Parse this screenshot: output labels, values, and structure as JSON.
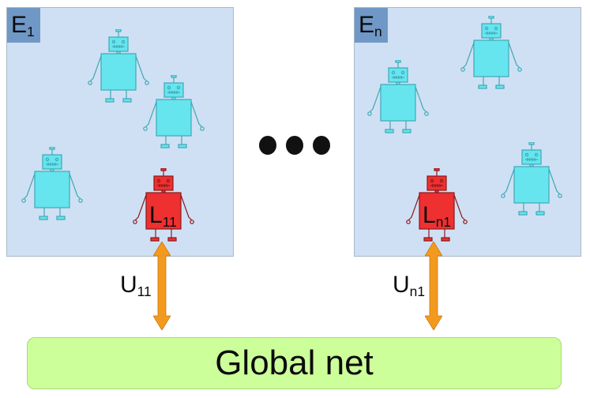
{
  "environments": [
    {
      "letter": "E",
      "subscript": "1"
    },
    {
      "letter": "E",
      "subscript": "n"
    }
  ],
  "leaders": [
    {
      "letter": "L",
      "subscript": "11"
    },
    {
      "letter": "L",
      "subscript": "n1"
    }
  ],
  "links": [
    {
      "letter": "U",
      "subscript": "11"
    },
    {
      "letter": "U",
      "subscript": "n1"
    }
  ],
  "global_net": {
    "label": "Global net"
  },
  "colors": {
    "environment_fill": "#cfe0f4",
    "environment_tag": "#7098c6",
    "agent_robot": "#66e5ef",
    "leader_robot": "#ee3030",
    "arrow": "#f39a1e",
    "global_net_fill": "#ccff99"
  }
}
